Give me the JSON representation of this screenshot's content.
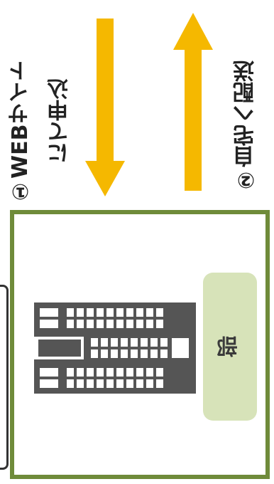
{
  "labels": {
    "step1_line1": "①WEBサイト",
    "step1_line2": "にて申込",
    "step2": "②自宅へ配送",
    "department": "部"
  },
  "colors": {
    "arrow": "#f5b800",
    "frame": "#6f8b3a",
    "department_fill": "#d7e3b9",
    "building": "#555555"
  },
  "icons": {
    "arrow_down": "arrow-down-icon",
    "arrow_up": "arrow-up-icon",
    "building": "building-icon"
  }
}
